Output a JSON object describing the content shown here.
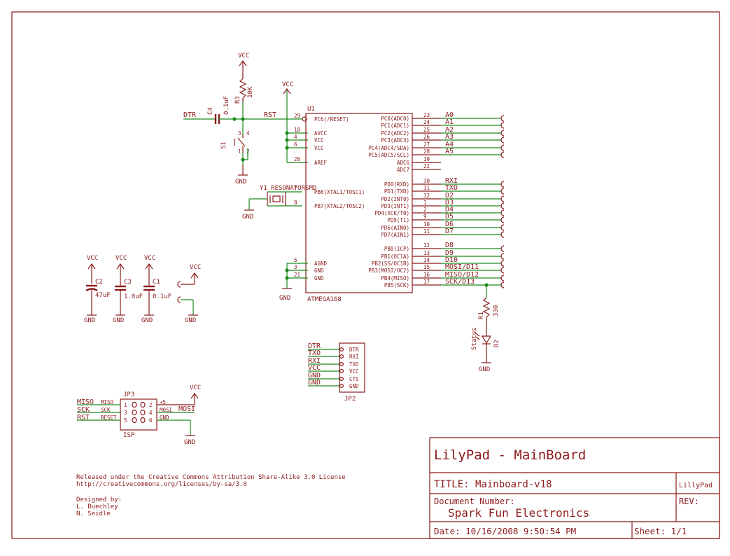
{
  "title_block": {
    "project": "LilyPad - MainBoard",
    "title": "TITLE: Mainboard-v18",
    "title_tag": "LillyPad",
    "document_number_label": "Document Number:",
    "document_number": "Spark Fun Electronics",
    "rev_label": "REV:",
    "date": "Date: 10/16/2008 9:50:54 PM",
    "sheet": "Sheet: 1/1"
  },
  "license": {
    "line1": "Released under the Creative Commons Attribution Share-Alike 3.0 License",
    "line2": "http://creativecommons.org/licenses/by-sa/3.0"
  },
  "credits": {
    "heading": "Designed by:",
    "names": [
      "L. Buechley",
      "N. Seidle"
    ]
  },
  "reset_section": {
    "vcc_r3": "VCC",
    "r3_name": "R3",
    "r3_value": "10K",
    "c4_name": "C4",
    "c4_value": "0.1uF",
    "dtr_net": "DTR",
    "rst_net": "RST",
    "s1_name": "S1",
    "s1_pins": [
      "3",
      "4",
      "1",
      "2"
    ],
    "gnd": "GND",
    "vcc_u1": "VCC"
  },
  "mcu": {
    "ref": "U1",
    "part": "ATMEGA168",
    "left_pins": [
      {
        "num": "29",
        "name": "PC6(/RESET)"
      },
      {
        "num": "18",
        "name": "AVCC"
      },
      {
        "num": "4",
        "name": "VCC"
      },
      {
        "num": "6",
        "name": "VCC"
      },
      {
        "num": "20",
        "name": "AREF"
      },
      {
        "num": "7",
        "name": "PB6(XTAL1/TOSC1)"
      },
      {
        "num": "8",
        "name": "PB7(XTAL2/TOSC2)"
      },
      {
        "num": "5",
        "name": "AGND"
      },
      {
        "num": "3",
        "name": "GND"
      },
      {
        "num": "21",
        "name": "GND"
      }
    ],
    "right_pins": [
      {
        "num": "23",
        "name": "PC0(ADC0)",
        "net": "A0"
      },
      {
        "num": "24",
        "name": "PC1(ADC1)",
        "net": "A1"
      },
      {
        "num": "25",
        "name": "PC2(ADC2)",
        "net": "A2"
      },
      {
        "num": "26",
        "name": "PC3(ADC3)",
        "net": "A3"
      },
      {
        "num": "27",
        "name": "PC4(ADC4/SDA)",
        "net": "A4"
      },
      {
        "num": "28",
        "name": "PC5(ADC5/SCL)",
        "net": "A5"
      },
      {
        "num": "19",
        "name": "ADC6",
        "net": ""
      },
      {
        "num": "22",
        "name": "ADC7",
        "net": ""
      },
      {
        "num": "30",
        "name": "PD0(RXD)",
        "net": "RXI"
      },
      {
        "num": "31",
        "name": "PD1(TXD)",
        "net": "TXO"
      },
      {
        "num": "32",
        "name": "PD2(INT0)",
        "net": "D2"
      },
      {
        "num": "1",
        "name": "PD3(INT1)",
        "net": "D3"
      },
      {
        "num": "2",
        "name": "PD4(XCK/T0)",
        "net": "D4"
      },
      {
        "num": "9",
        "name": "PD5(T1)",
        "net": "D5"
      },
      {
        "num": "10",
        "name": "PD6(AIN0)",
        "net": "D6"
      },
      {
        "num": "11",
        "name": "PD7(AIN1)",
        "net": "D7"
      },
      {
        "num": "12",
        "name": "PB0(ICP)",
        "net": "D8"
      },
      {
        "num": "13",
        "name": "PB1(OC1A)",
        "net": "D9"
      },
      {
        "num": "14",
        "name": "PB2(SS/OC1B)",
        "net": "D10"
      },
      {
        "num": "15",
        "name": "PB3(MOSI/OC2)",
        "net": "MOSI/D11"
      },
      {
        "num": "16",
        "name": "PB4(MISO)",
        "net": "MISO/D12"
      },
      {
        "num": "17",
        "name": "PB5(SCK)",
        "net": "SCK/D13"
      }
    ]
  },
  "resonator": {
    "label": "Y1 RESONATORSMD",
    "gnd": "GND"
  },
  "mcu_gnd": "GND",
  "caps": [
    {
      "vcc": "VCC",
      "name": "C2",
      "value": "47uF",
      "gnd": "GND"
    },
    {
      "vcc": "VCC",
      "name": "C3",
      "value": "1.0uF",
      "gnd": "GND"
    },
    {
      "vcc": "VCC",
      "name": "C1",
      "value": "0.1uF",
      "gnd": "GND"
    }
  ],
  "power_in": {
    "vcc": "VCC",
    "gnd": "GND"
  },
  "led": {
    "r1_name": "R1",
    "r1_value": "330",
    "led_name": "D2",
    "led_label": "Status",
    "gnd": "GND"
  },
  "jp2": {
    "name": "JP2",
    "nets": [
      "DTR",
      "TXO",
      "RXI",
      "VCC",
      "GND",
      "GND"
    ],
    "pins": [
      "DTR",
      "RXI",
      "TXO",
      "VCC",
      "CTS",
      "GND"
    ]
  },
  "jp3": {
    "name": "JP3",
    "label": "ISP",
    "vcc": "VCC",
    "gnd": "GND",
    "left_nets": [
      "MISO",
      "SCK",
      "RST"
    ],
    "left_pins": [
      "MISO",
      "SCK",
      "RESET"
    ],
    "left_nums": [
      "1",
      "3",
      "5"
    ],
    "right_nums": [
      "2",
      "4",
      "6"
    ],
    "right_pins": [
      "+5",
      "MOSI",
      "GND"
    ],
    "right_net": "MOSI"
  }
}
